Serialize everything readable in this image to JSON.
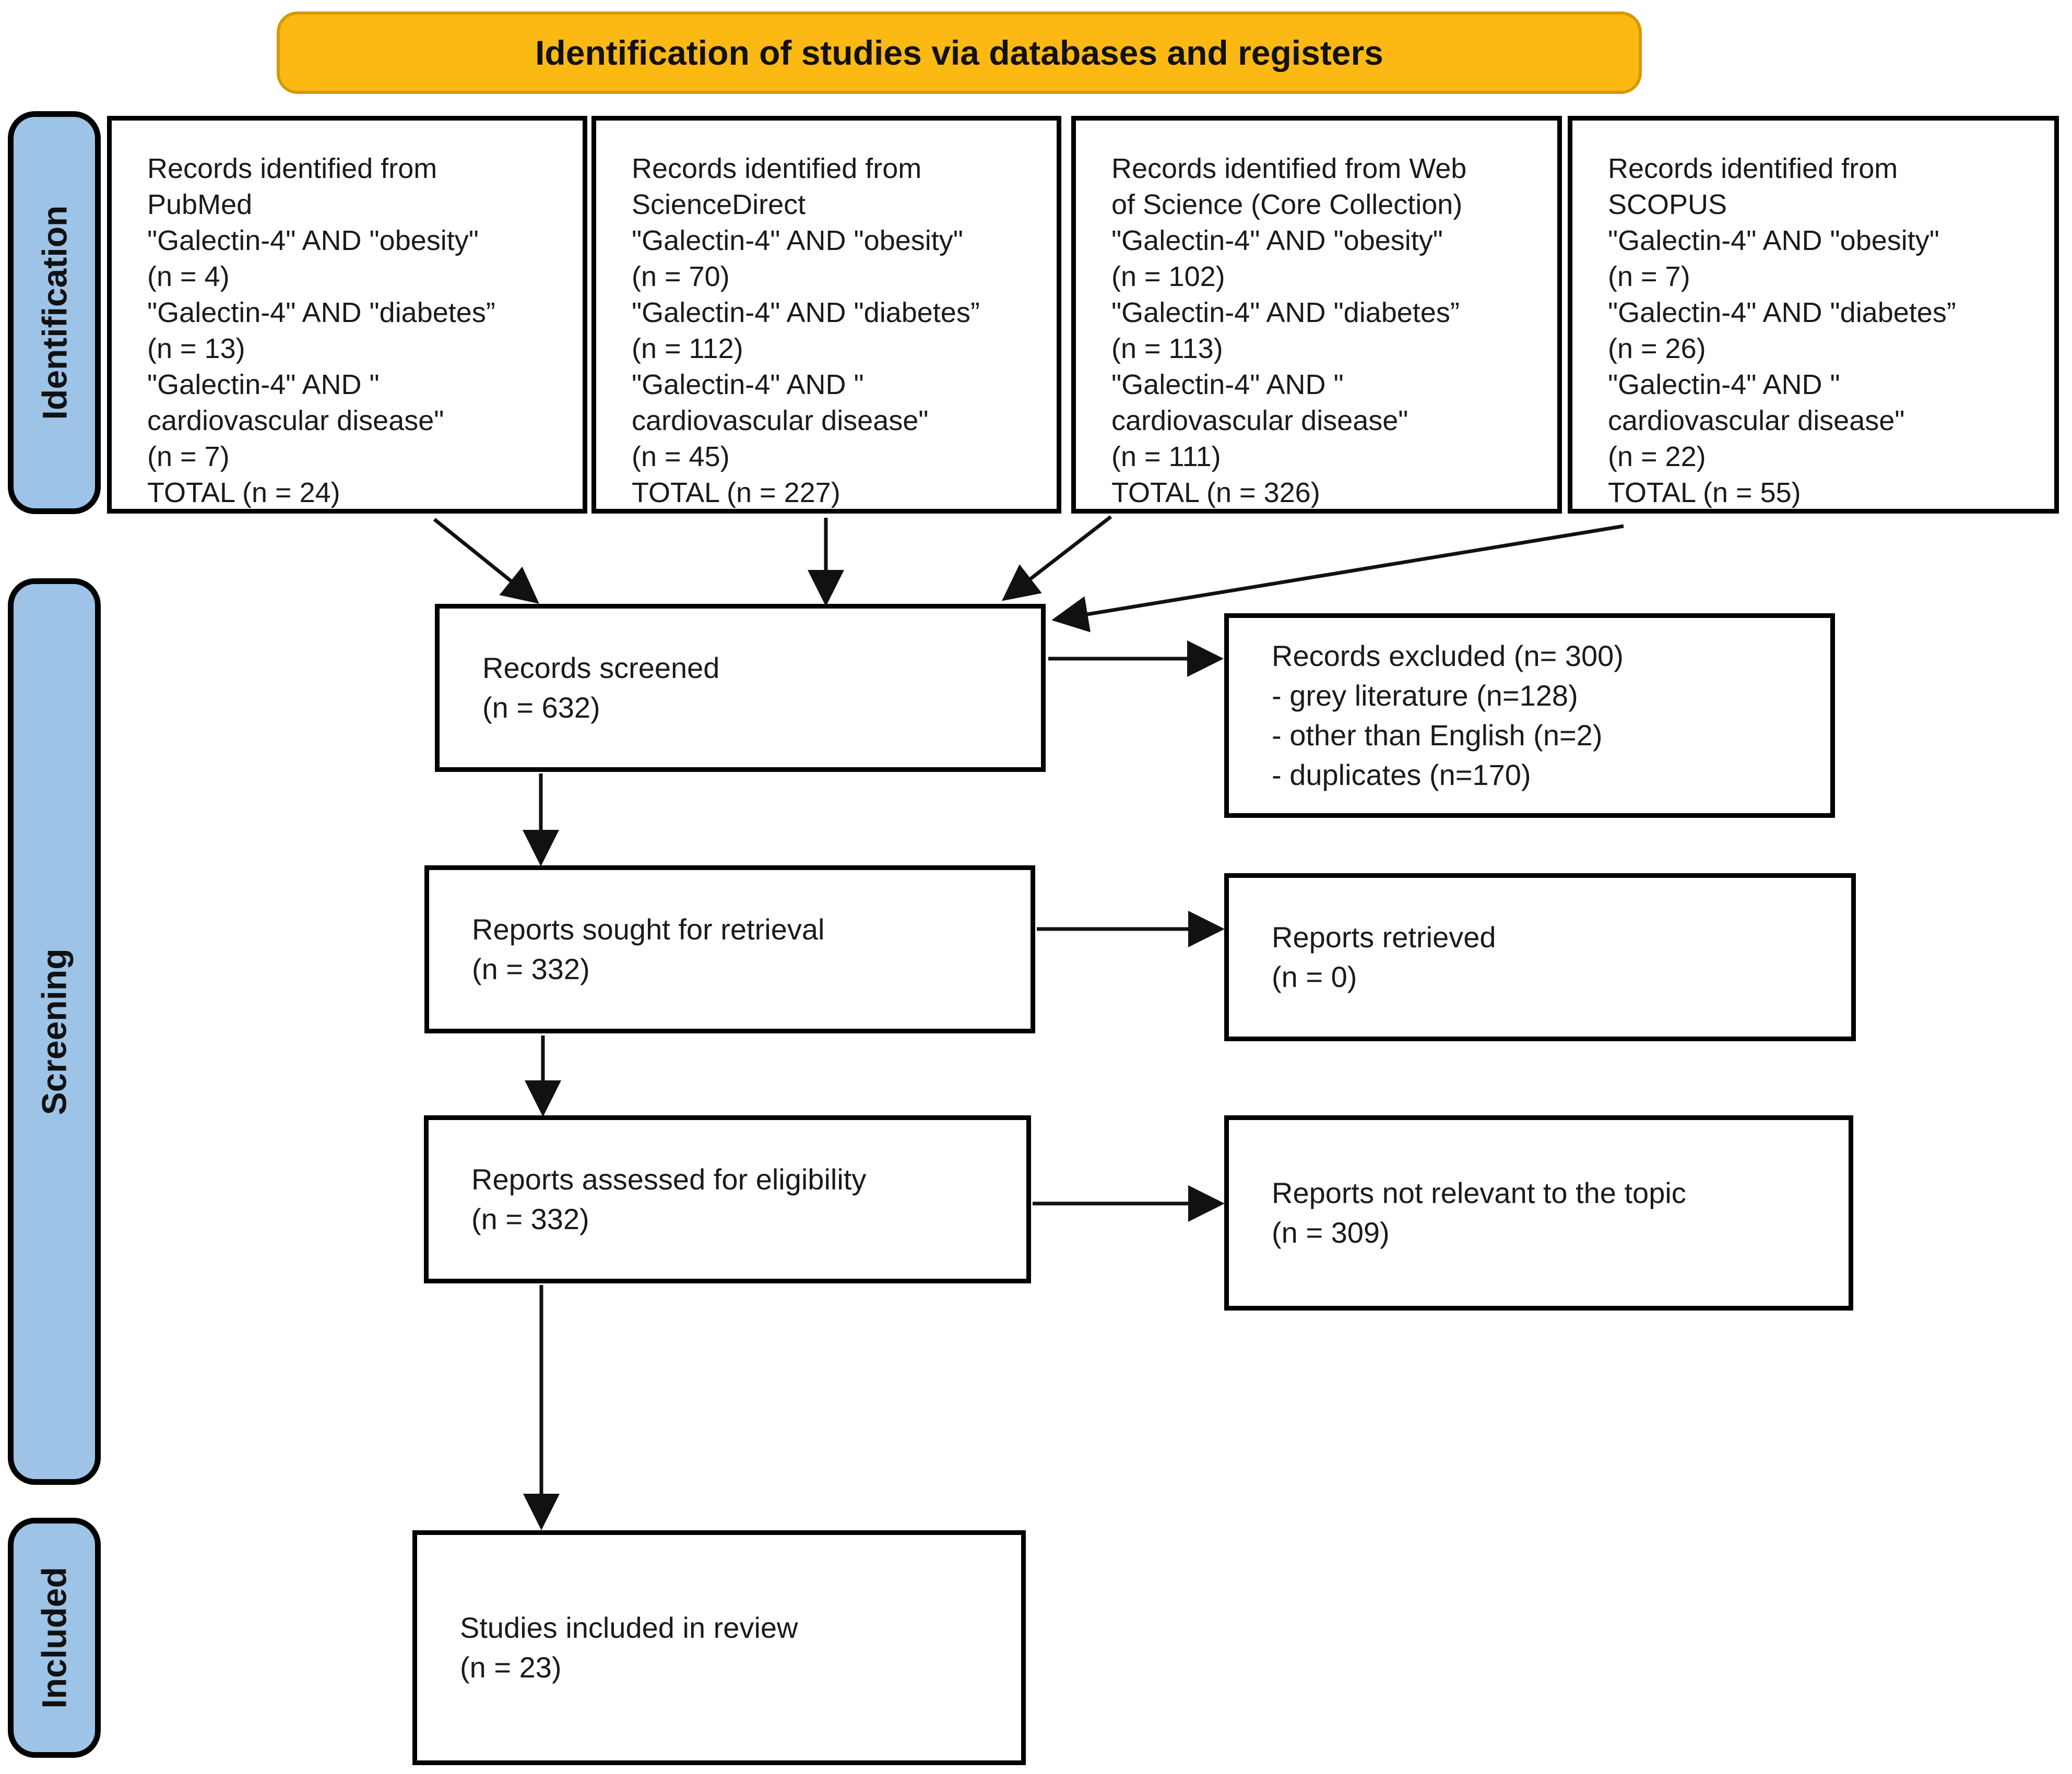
{
  "banner": {
    "title": "Identification of studies via databases and registers"
  },
  "colors": {
    "banner_fill": "#FDB913",
    "banner_border": "#D49A06",
    "stage_label_fill": "#9DC3E6",
    "box_border": "#000000",
    "background": "#FFFFFF",
    "text": "#111111"
  },
  "stage_labels": [
    {
      "id": "identification",
      "label": "Identification"
    },
    {
      "id": "screening",
      "label": "Screening"
    },
    {
      "id": "included",
      "label": "Included"
    }
  ],
  "source_boxes": [
    {
      "id": "pubmed",
      "lines": [
        "Records identified from",
        "PubMed",
        "\"Galectin-4\" AND \"obesity\"",
        "(n = 4)",
        "\"Galectin-4\" AND \"diabetes”",
        "(n = 13)",
        "\"Galectin-4\" AND \"",
        "cardiovascular disease\"",
        "(n = 7)",
        "TOTAL (n = 24)"
      ]
    },
    {
      "id": "sciencedirect",
      "lines": [
        "Records identified from",
        "ScienceDirect",
        "\"Galectin-4\" AND \"obesity\"",
        "(n = 70)",
        "\"Galectin-4\" AND \"diabetes”",
        "(n = 112)",
        "\"Galectin-4\" AND \"",
        "cardiovascular disease\"",
        "(n = 45)",
        "TOTAL (n = 227)"
      ]
    },
    {
      "id": "web-of-science",
      "lines": [
        "Records identified from Web",
        "of Science (Core Collection)",
        "\"Galectin-4\" AND \"obesity\"",
        "(n = 102)",
        "\"Galectin-4\" AND \"diabetes”",
        "(n = 113)",
        "\"Galectin-4\" AND \"",
        "cardiovascular disease\"",
        "(n = 111)",
        "TOTAL (n = 326)"
      ]
    },
    {
      "id": "scopus",
      "lines": [
        "Records identified from",
        "SCOPUS",
        "\"Galectin-4\" AND \"obesity\"",
        "(n = 7)",
        "\"Galectin-4\" AND \"diabetes”",
        "(n = 26)",
        "\"Galectin-4\" AND \"",
        "cardiovascular disease\"",
        "(n = 22)",
        "TOTAL (n = 55)"
      ]
    }
  ],
  "flow": {
    "records_screened": {
      "lines": [
        "Records screened",
        "(n = 632)"
      ]
    },
    "records_excluded": {
      "lines": [
        "Records excluded (n= 300)",
        "- grey literature (n=128)",
        "- other than English (n=2)",
        "- duplicates (n=170)"
      ]
    },
    "reports_sought": {
      "lines": [
        "Reports sought for retrieval",
        "(n = 332)"
      ]
    },
    "reports_retrieved": {
      "lines": [
        "Reports retrieved",
        "(n = 0)"
      ]
    },
    "reports_assessed": {
      "lines": [
        "Reports assessed for eligibility",
        "(n = 332)"
      ]
    },
    "reports_not_relevant": {
      "lines": [
        "Reports not relevant to the topic",
        "(n = 309)"
      ]
    },
    "studies_included": {
      "lines": [
        "Studies included in review",
        "(n = 23)"
      ]
    }
  }
}
